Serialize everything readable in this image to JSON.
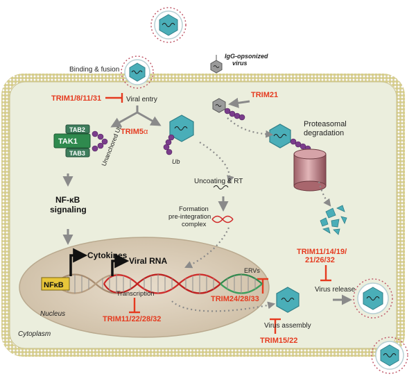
{
  "colors": {
    "inhibitor_red": "#e53a1f",
    "membrane_head": "#d8cf8a",
    "cell_interior": "#ebeedd",
    "nucleus": "#ddd1bd",
    "capsid_teal": "#4aaeb8",
    "ubiquitin_purple": "#7b3d8c",
    "arrow_grey": "#8a8a8a"
  },
  "labels": {
    "binding_fusion": "Binding & fusion",
    "igg_virus_line1": "IgG-opsonized",
    "igg_virus_line2": "virus",
    "trim_entry": "TRIM1/8/11/31",
    "viral_entry": "Viral entry",
    "trim21": "TRIM21",
    "trim5": "TRIM5",
    "trim5_alpha": "α",
    "tab2": "TAB2",
    "tak1": "TAK1",
    "tab3": "TAB3",
    "unanchored_ub": "Unanchored Ub",
    "ub": "Ub",
    "proteasomal_line1": "Proteasomal",
    "proteasomal_line2": "degradation",
    "nfkb_line1": "NF-κB",
    "nfkb_line2": "signaling",
    "uncoating": "Uncoating & RT",
    "formation_line1": "Formation",
    "formation_line2": "pre-integration",
    "formation_line3": "complex",
    "cytokines": "Cytokines",
    "viral_rna": "Viral RNA",
    "nfkb_box": "NFκB",
    "ervs": "ERVs",
    "transcription": "Transcription",
    "trim24": "TRIM24/28/33",
    "trim_transcription": "TRIM11/22/28/32",
    "nucleus": "Nucleus",
    "cytoplasm": "Cytoplasm",
    "virus_assembly": "Virus assembly",
    "trim15": "TRIM15/22",
    "trim_release_line1": "TRIM11/14/19/",
    "trim_release_line2": "21/26/32",
    "virus_release": "Virus release"
  }
}
